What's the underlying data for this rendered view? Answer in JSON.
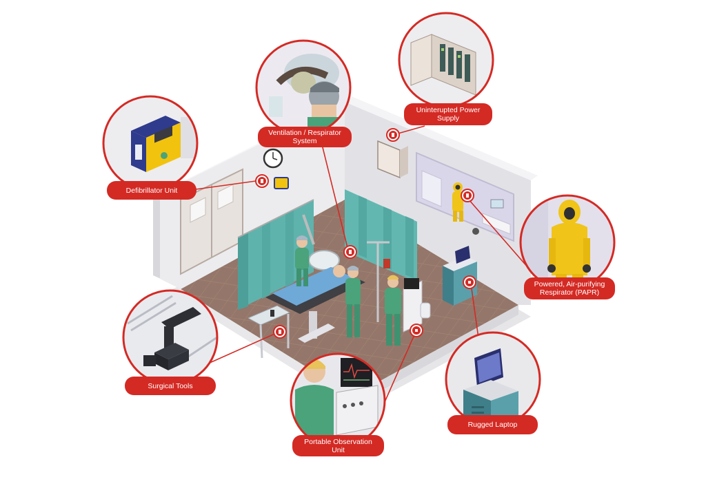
{
  "colors": {
    "accent_red": "#d42a24",
    "floor_tile": "#9c7e6e",
    "wall": "#ececee",
    "curtain": "#5fb3ad",
    "scrubs": "#4aa37a",
    "hazmat": "#f0c419"
  },
  "callouts": [
    {
      "id": "defibrillator",
      "label": "Defibrillator Unit",
      "icon": "defibrillator-icon"
    },
    {
      "id": "ventilation",
      "label": "Ventilation / Respirator\nSystem",
      "icon": "ventilator-icon"
    },
    {
      "id": "ups",
      "label": "Uninterupted Power\nSupply",
      "icon": "power-cabinet-icon"
    },
    {
      "id": "papr",
      "label": "Powered, Air-purifying\nRespirator (PAPR)",
      "icon": "hazmat-suit-icon"
    },
    {
      "id": "surgical_tools",
      "label": "Surgical Tools",
      "icon": "surgical-drill-icon"
    },
    {
      "id": "observation",
      "label": "Portable Observation\nUnit",
      "icon": "monitor-cart-icon"
    },
    {
      "id": "laptop",
      "label": "Rugged Laptop",
      "icon": "laptop-icon"
    }
  ]
}
